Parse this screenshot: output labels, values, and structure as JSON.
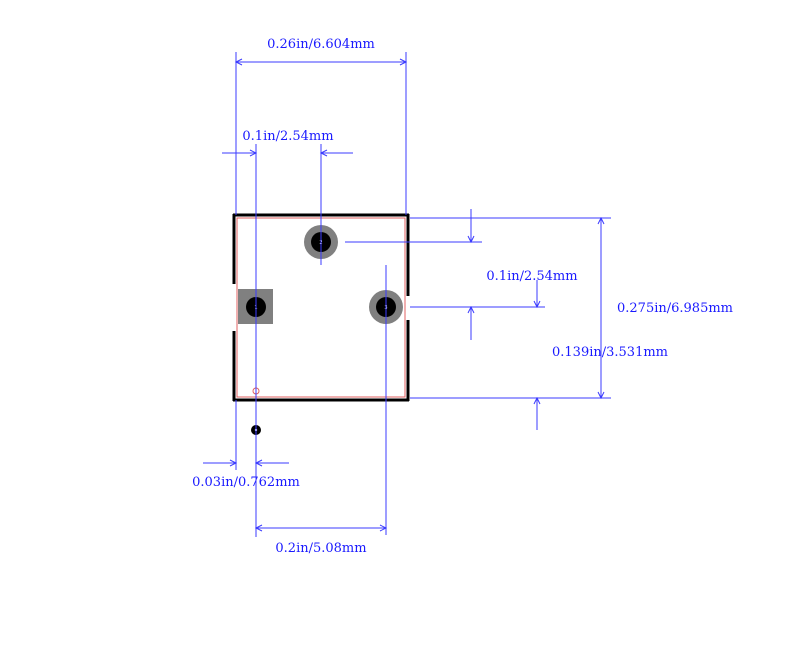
{
  "colors": {
    "dimension": "#3b3bff",
    "outline": "#000000",
    "courtyard": "#e06060",
    "pad_ring": "#808080",
    "pad_square": "#808080",
    "drill": "#000000"
  },
  "dimensions": {
    "width_overall": "0.26in/6.604mm",
    "pitch_horizontal": "0.1in/2.54mm",
    "pitch_vertical": "0.1in/2.54mm",
    "height_overall": "0.275in/6.985mm",
    "offset_vertical": "0.139in/3.531mm",
    "offset_left": "0.03in/0.762mm",
    "span_pins": "0.2in/5.08mm"
  },
  "pads": [
    {
      "label": "1",
      "shape": "square"
    },
    {
      "label": "2",
      "shape": "round"
    },
    {
      "label": "3",
      "shape": "round"
    }
  ]
}
